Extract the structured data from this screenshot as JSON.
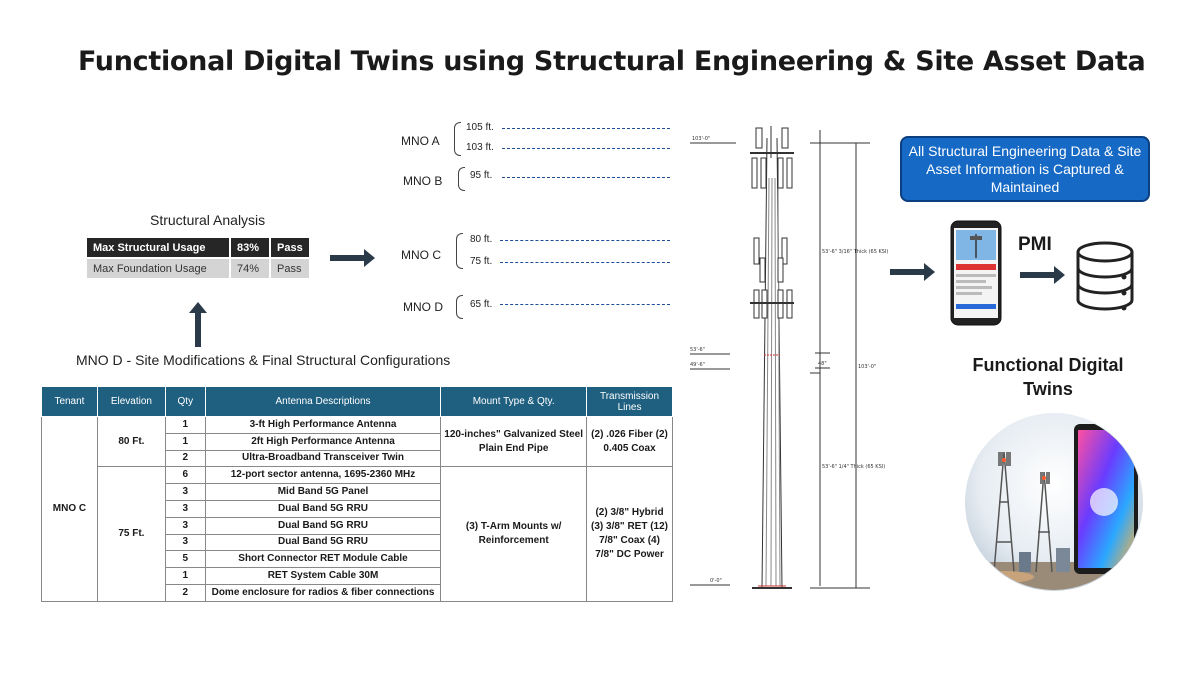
{
  "title": "Functional Digital Twins using Structural Engineering & Site Asset Data",
  "structural_analysis": {
    "title": "Structural Analysis",
    "rows": [
      {
        "label": "Max Structural Usage",
        "value": "83%",
        "status": "Pass"
      },
      {
        "label": "Max Foundation Usage",
        "value": "74%",
        "status": "Pass"
      }
    ]
  },
  "modifications_label": "MNO D - Site Modifications &  Final Structural Configurations",
  "table": {
    "headers": [
      "Tenant",
      "Elevation",
      "Qty",
      "Antenna Descriptions",
      "Mount Type & Qty.",
      "Transmission Lines"
    ],
    "tenant": "MNO C",
    "groups": [
      {
        "elevation": "80 Ft.",
        "mount": "120-inches\" Galvanized Steel Plain End Pipe",
        "lines": "(2) .026 Fiber (2) 0.405 Coax",
        "rows": [
          {
            "qty": "1",
            "desc": "3-ft High Performance Antenna"
          },
          {
            "qty": "1",
            "desc": "2ft High Performance Antenna"
          },
          {
            "qty": "2",
            "desc": "Ultra-Broadband Transceiver Twin"
          }
        ]
      },
      {
        "elevation": "75 Ft.",
        "mount": "(3) T-Arm Mounts w/ Reinforcement",
        "lines": "(2) 3/8\" Hybrid (3) 3/8\" RET (12) 7/8\" Coax (4) 7/8\" DC Power",
        "rows": [
          {
            "qty": "6",
            "desc": "12-port sector antenna, 1695-2360 MHz"
          },
          {
            "qty": "3",
            "desc": "Mid Band 5G Panel"
          },
          {
            "qty": "3",
            "desc": "Dual Band 5G RRU"
          },
          {
            "qty": "3",
            "desc": "Dual Band 5G RRU"
          },
          {
            "qty": "3",
            "desc": "Dual Band 5G RRU"
          },
          {
            "qty": "5",
            "desc": "Short Connector RET Module Cable"
          },
          {
            "qty": "1",
            "desc": "RET System Cable 30M"
          },
          {
            "qty": "2",
            "desc": "Dome enclosure for radios & fiber connections"
          }
        ]
      }
    ]
  },
  "mno_levels": [
    {
      "name": "MNO A",
      "heights": [
        "105 ft.",
        "103 ft."
      ]
    },
    {
      "name": "MNO B",
      "heights": [
        "95 ft."
      ]
    },
    {
      "name": "MNO C",
      "heights": [
        "80 ft.",
        "75 ft."
      ]
    },
    {
      "name": "MNO D",
      "heights": [
        "65 ft."
      ]
    }
  ],
  "tower_labels": {
    "top": "103'-0\"",
    "mid_dim": "53'-6\" 3/16\" Thick (65 KSI)",
    "low_dim": "53'-6\" 1/4\" Thick (65 KSI)",
    "total": "103'-0\"",
    "l1": "53'-6\"",
    "l2": "49'-6\"",
    "l3": "48\"",
    "base": "0'-0\""
  },
  "info_box": "All Structural Engineering Data &  Site Asset Information is Captured & Maintained",
  "pmi": "PMI",
  "fdt_label": "Functional Digital Twins",
  "colors": {
    "header": "#1f5f80",
    "box": "#1669c4",
    "arrow": "#2b3a48"
  }
}
